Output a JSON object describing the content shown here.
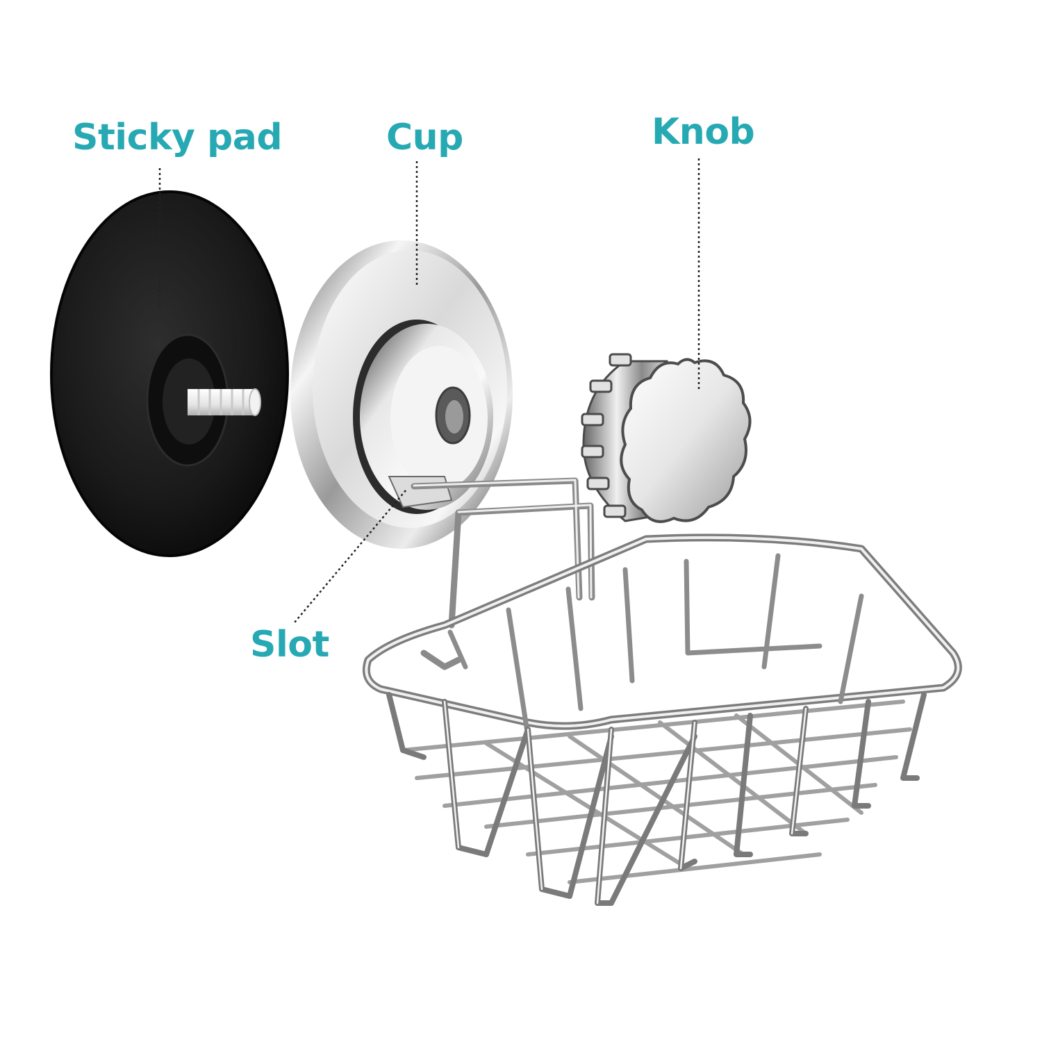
{
  "colors": {
    "label_text": "#27a9b4",
    "background": "#ffffff",
    "leader_line": "#222222",
    "sticky_pad": "#161616",
    "chrome_light": "#f2f2f2",
    "chrome_mid": "#b9b9b9",
    "chrome_dark": "#4a4a4a",
    "wire": "#8c8c8c"
  },
  "labels": {
    "sticky_pad": "Sticky pad",
    "cup": "Cup",
    "knob": "Knob",
    "slot": "Slot"
  },
  "parts": {
    "sticky_pad_icon": "sticky-pad-icon",
    "cup_icon": "suction-cup-icon",
    "knob_icon": "knob-icon",
    "basket_icon": "wire-soap-basket-icon"
  }
}
